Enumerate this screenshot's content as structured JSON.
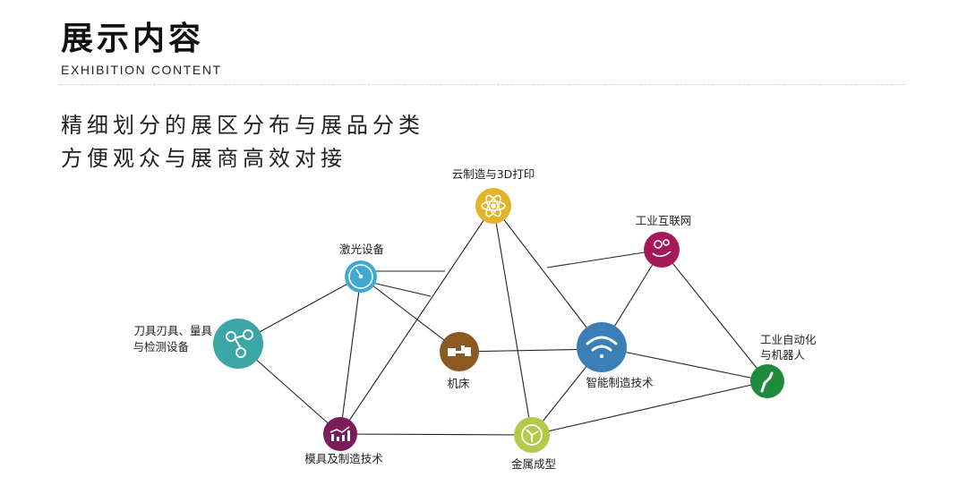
{
  "header": {
    "title": "展示内容",
    "subtitle": "EXHIBITION CONTENT"
  },
  "tagline": [
    "精细划分的展区分布与展品分类",
    "方便观众与展商高效对接"
  ],
  "nodes": {
    "cloud": {
      "label": "云制造与3D打印",
      "color": "#e1b42c",
      "icon": "atom-icon"
    },
    "iot": {
      "label": "工业互联网",
      "color": "#a6185a",
      "icon": "gears-hand-icon"
    },
    "laser": {
      "label": "激光设备",
      "color": "#3fa9d2",
      "icon": "gauge-icon"
    },
    "tools": {
      "label1": "刀具刃具、量具",
      "label2": "与检测设备",
      "color": "#3aa6a6",
      "icon": "molecule-icon"
    },
    "machine": {
      "label": "机床",
      "color": "#8b5a22",
      "icon": "machine-tool-icon"
    },
    "smart": {
      "label": "智能制造技术",
      "color": "#3a7fb6",
      "icon": "wifi-icon"
    },
    "automation": {
      "label1": "工业自动化",
      "label2": "与机器人",
      "color": "#1f8a3c",
      "icon": "robot-arm-icon"
    },
    "mold": {
      "label": "模具及制造技术",
      "color": "#7d1c5a",
      "icon": "chart-icon"
    },
    "metal": {
      "label": "金属成型",
      "color": "#b6c84a",
      "icon": "recycle-icon"
    }
  }
}
